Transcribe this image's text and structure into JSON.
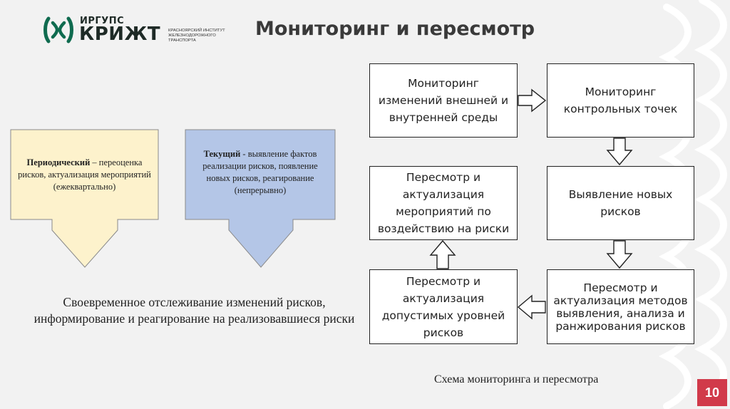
{
  "logo": {
    "top": "ИРГУПС",
    "main": "КРИЖТ",
    "subtitle": "КРАСНОЯРСКИЙ ИНСТИТУТ ЖЕЛЕЗНОДОРОЖНОГО ТРАНСПОРТА",
    "brand_color": "#0f6b4f"
  },
  "title": "Мониторинг и пересмотр",
  "left_panel": {
    "periodic": {
      "term": "Периодический",
      "desc": " – переоценка рисков, актуализация мероприятий (ежеквартально)",
      "color": "#fdf2cc"
    },
    "current": {
      "term": "Текущий",
      "desc": " - выявление фактов реализации рисков, появление новых рисков, реагирование (непрерывно)",
      "color": "#b4c6e7"
    },
    "conclusion": "Своевременное отслеживание изменений рисков, информирование и реагирование на реализовавшиеся риски"
  },
  "flow": {
    "box1": "Мониторинг изменений внешней и внутренней среды",
    "box2": "Мониторинг контрольных точек",
    "box3": "Выявление новых рисков",
    "box4": "Пересмотр и актуализация методов выявления, анализа и ранжирования рисков",
    "box5": "Пересмотр и актуализация допустимых уровней рисков",
    "box6": "Пересмотр и актуализация мероприятий по воздействию на риски",
    "caption": "Схема мониторинга и пересмотра"
  },
  "page_number": "10",
  "colors": {
    "accent": "#d13a4a",
    "background": "#f2f2f2"
  }
}
